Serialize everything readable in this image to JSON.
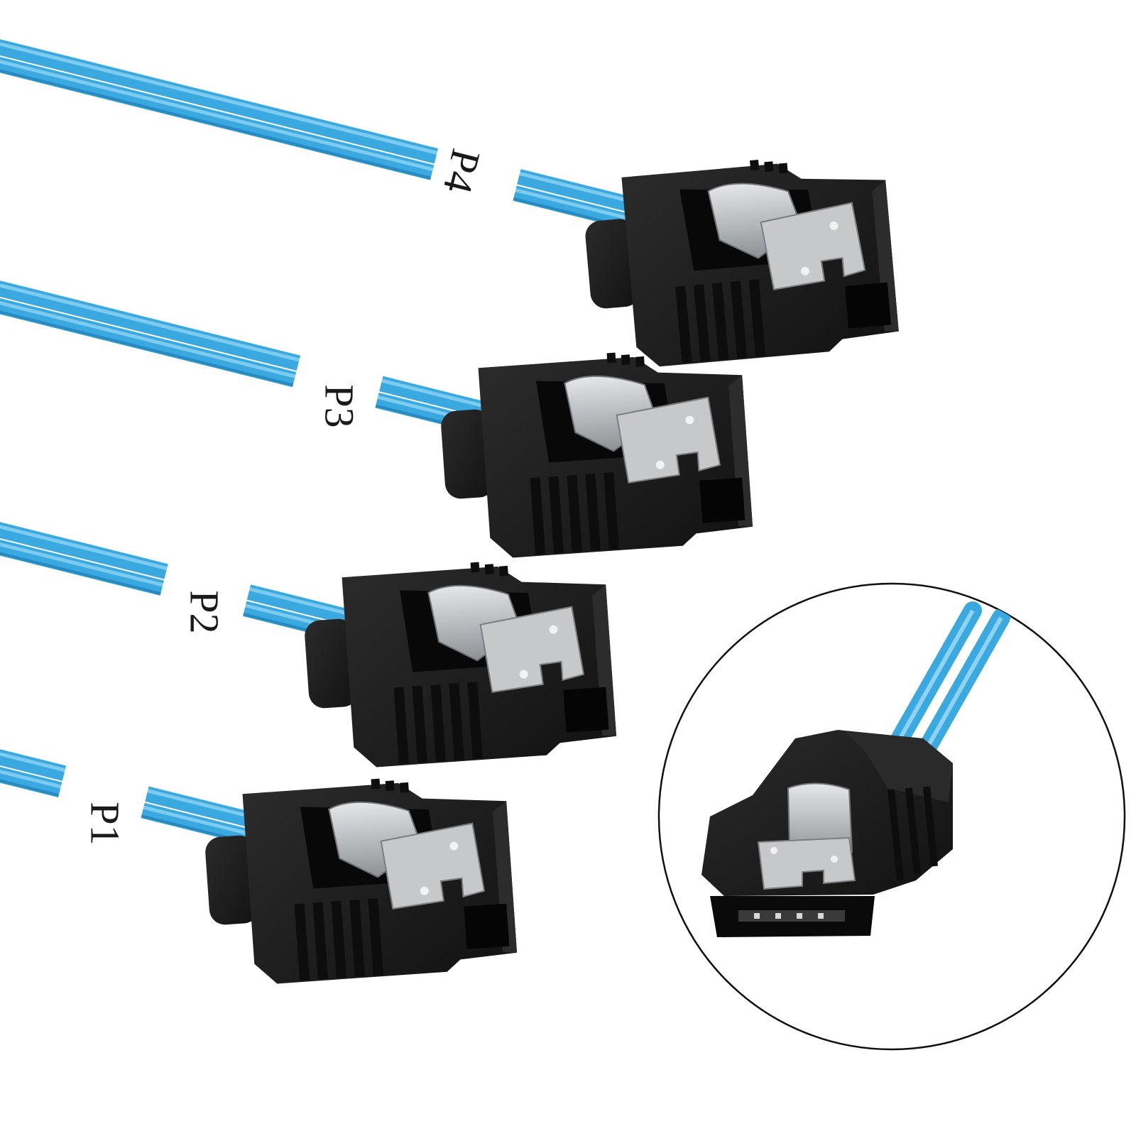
{
  "photo": {
    "background_color": "#ffffff",
    "cable_color": "#3aa9e0",
    "cable_highlight_color": "#8fd3f3",
    "connector_color": "#1b1b1b",
    "latch_color": "#b9bcbf",
    "label_background_color": "#ffffff"
  },
  "cables": [
    {
      "label": "P4"
    },
    {
      "label": "P3"
    },
    {
      "label": "P2"
    },
    {
      "label": "P1"
    }
  ],
  "detail_inset": {
    "shape": "circle",
    "content": "connector-closeup"
  }
}
